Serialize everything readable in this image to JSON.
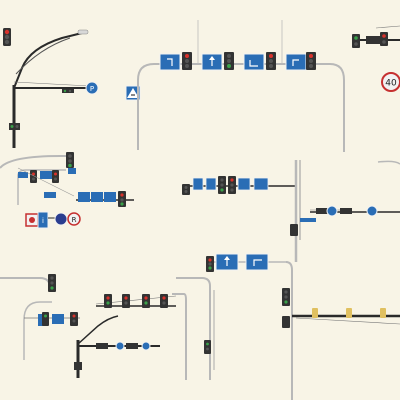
{
  "scene": {
    "background": "#f8f4e6",
    "colors": {
      "pole_dark": "#2a2a2a",
      "pole_light": "#b8b8b8",
      "sign_blue": "#2a6db5",
      "signal_red": "#d8322c",
      "signal_amber": "#e0a020",
      "signal_green": "#3aa04a",
      "signal_body": "#333333",
      "sign_border": "#f2f2f2",
      "speed_red": "#c63030"
    }
  },
  "signs": {
    "speed_limit": {
      "label": "40",
      "icon": "speed-limit-sign"
    },
    "parking": {
      "label": "P",
      "icon": "parking-sign"
    },
    "round_r": {
      "label": "R",
      "icon": "round-regulatory-sign"
    },
    "crosswalk": {
      "icon": "pedestrian-crossing-sign"
    }
  }
}
